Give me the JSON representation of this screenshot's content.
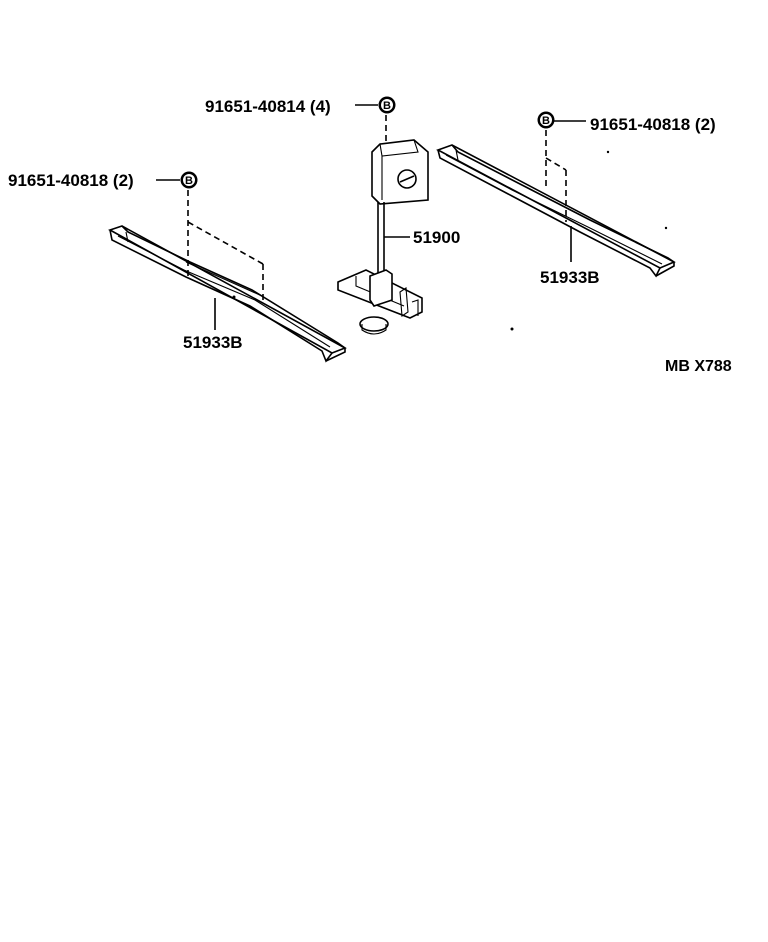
{
  "labels": {
    "bolt_top": "91651-40814 (4)",
    "bolt_left": "91651-40818 (2)",
    "bolt_right": "91651-40818 (2)",
    "carrier": "51900",
    "bracket_left": "51933B",
    "bracket_right": "51933B",
    "figure_code": "MB X788",
    "bolt_symbol": "B"
  },
  "icons": {
    "bolt_marker": "circled-letter-icon"
  }
}
